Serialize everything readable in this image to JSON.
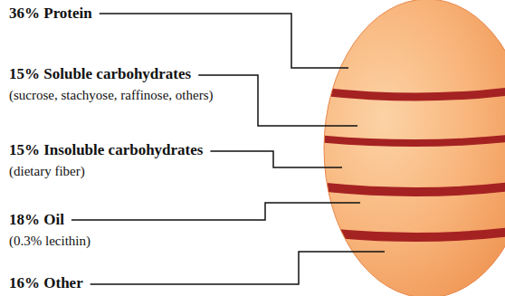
{
  "diagram": {
    "labels": [
      "36% Protein",
      "15% Soluble carbohydrates",
      "(sucrose, stachyose, raffinose, others)",
      "15% Insoluble carbohydrates",
      "(dietary fiber)",
      "18% Oil",
      "(0.3% lecithin)",
      "16% Other"
    ]
  }
}
